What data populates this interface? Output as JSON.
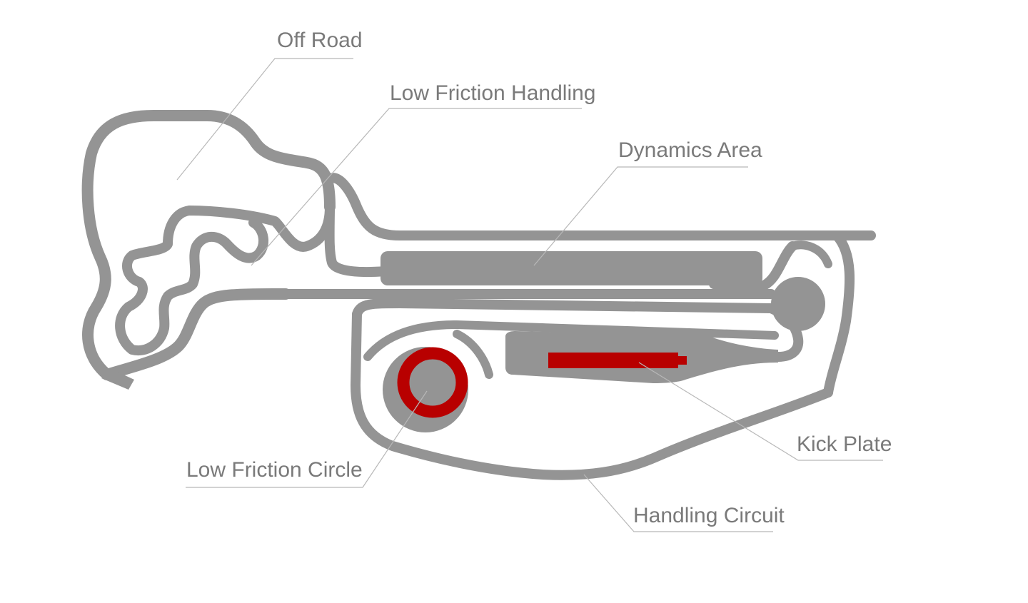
{
  "map": {
    "labels": {
      "off_road": "Off Road",
      "low_friction_handling": "Low Friction Handling",
      "dynamics_area": "Dynamics Area",
      "kick_plate": "Kick Plate",
      "low_friction_circle": "Low Friction Circle",
      "handling_circuit": "Handling Circuit"
    },
    "colors": {
      "track": "#949494",
      "highlight": "#b80000",
      "label_text": "#7a7a7a",
      "leader_line": "#b8b8b8",
      "background": "#ffffff"
    }
  }
}
